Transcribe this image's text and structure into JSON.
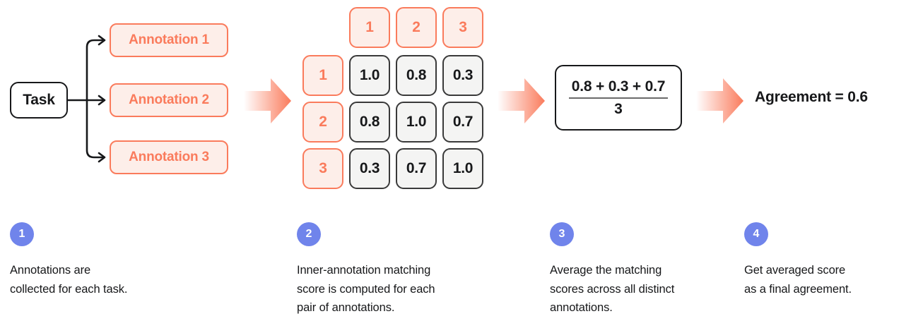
{
  "diagram": {
    "task": {
      "label": "Task"
    },
    "annotations": [
      {
        "label": "Annotation 1"
      },
      {
        "label": "Annotation 2"
      },
      {
        "label": "Annotation 3"
      }
    ],
    "matrix": {
      "column_headers": [
        "1",
        "2",
        "3"
      ],
      "row_headers": [
        "1",
        "2",
        "3"
      ],
      "rows": [
        [
          "1.0",
          "0.8",
          "0.3"
        ],
        [
          "0.8",
          "1.0",
          "0.7"
        ],
        [
          "0.3",
          "0.7",
          "1.0"
        ]
      ]
    },
    "formula": {
      "numerator": "0.8 + 0.3 + 0.7",
      "denominator": "3"
    },
    "result": {
      "text": "Agreement = 0.6"
    }
  },
  "steps": [
    {
      "number": "1",
      "text": "Annotations are\ncollected for each task."
    },
    {
      "number": "2",
      "text": "Inner-annotation matching\nscore is computed for each\npair of annotations."
    },
    {
      "number": "3",
      "text": "Average the matching\nscores across all distinct\nannotations."
    },
    {
      "number": "4",
      "text": "Get averaged score\nas a final agreement."
    }
  ],
  "colors": {
    "coral": "#fa7b5c",
    "coral_fill": "#fdeee9",
    "ink": "#17181a",
    "cell_fill": "#f4f4f3",
    "cell_border": "#3a3a3a",
    "step_blue": "#7084eb"
  }
}
